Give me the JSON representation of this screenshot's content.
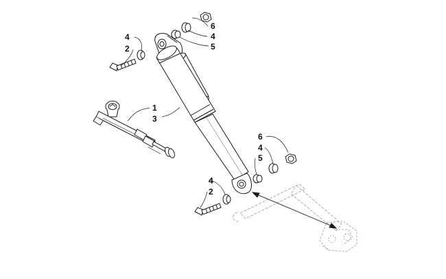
{
  "callouts": {
    "top_right": {
      "a": "6",
      "b": "4",
      "c": "5"
    },
    "top_left": {
      "a": "4",
      "b": "2"
    },
    "shock": {
      "a": "1",
      "b": "3"
    },
    "mid_right": {
      "a": "6",
      "b": "4",
      "c": "5"
    },
    "bottom": {
      "a": "4",
      "b": "2"
    }
  },
  "colors": {
    "line": "#1a1a1a",
    "ghost": "#9a9a9a",
    "fill": "#ffffff"
  }
}
